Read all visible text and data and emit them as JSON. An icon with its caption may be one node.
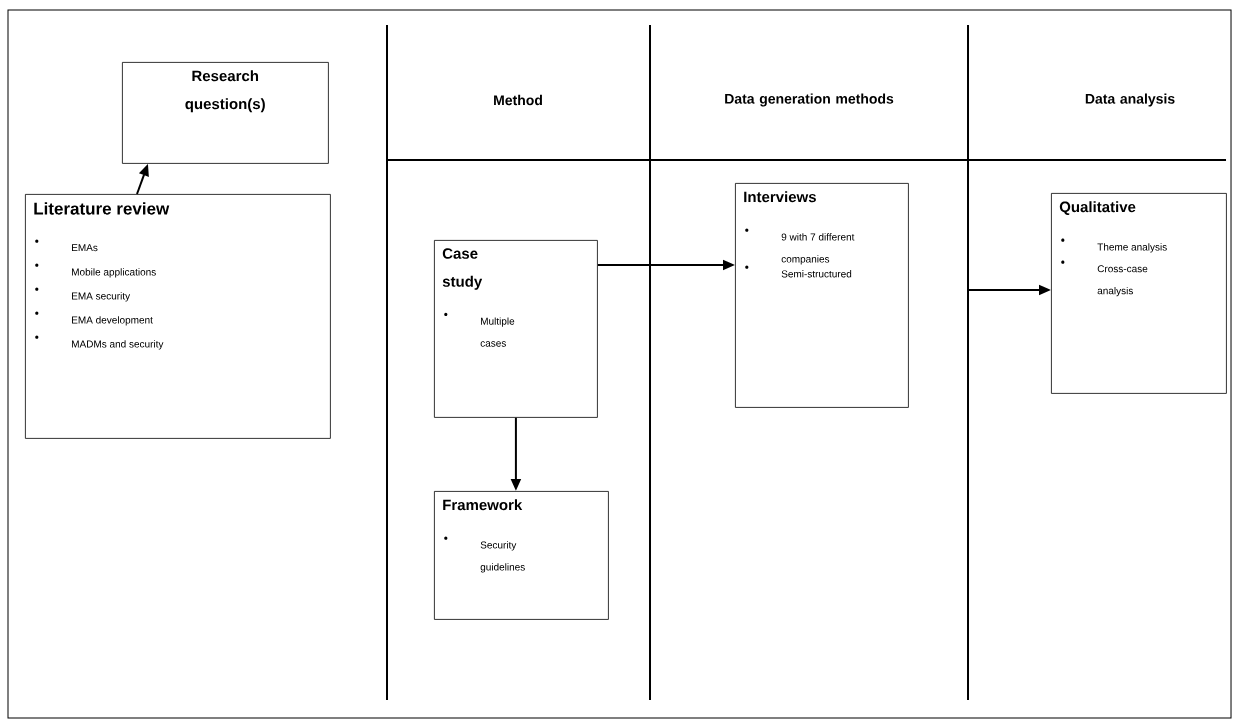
{
  "diagram": {
    "nodes": [
      {
        "text": [
          "Research question(s)"
        ]
      },
      {
        "text": [
          "Literature review",
          "EMAs",
          "Mobile applications",
          "EMA security",
          "EMA development",
          "MADMs and security"
        ]
      },
      {
        "text": [
          "Case study",
          "Multiple cases"
        ]
      },
      {
        "text": [
          "Framework",
          "Security guidelines"
        ]
      },
      {
        "text": [
          "Interviews",
          "9 with 7 different companies",
          "Semi-structured"
        ]
      },
      {
        "text": [
          "Qualitative",
          "Theme analysis",
          "Cross-case analysis"
        ]
      }
    ],
    "edges": [
      {
        "from": 1,
        "to": 0,
        "arrow": "to"
      },
      {
        "from": 2,
        "to": 4,
        "arrow": "to"
      },
      {
        "from": 2,
        "to": 3,
        "arrow": "to"
      },
      {
        "from": null,
        "to": 5,
        "arrow": "to"
      }
    ],
    "labels": [
      "Method",
      "Data generation methods",
      "Data analysis"
    ]
  }
}
